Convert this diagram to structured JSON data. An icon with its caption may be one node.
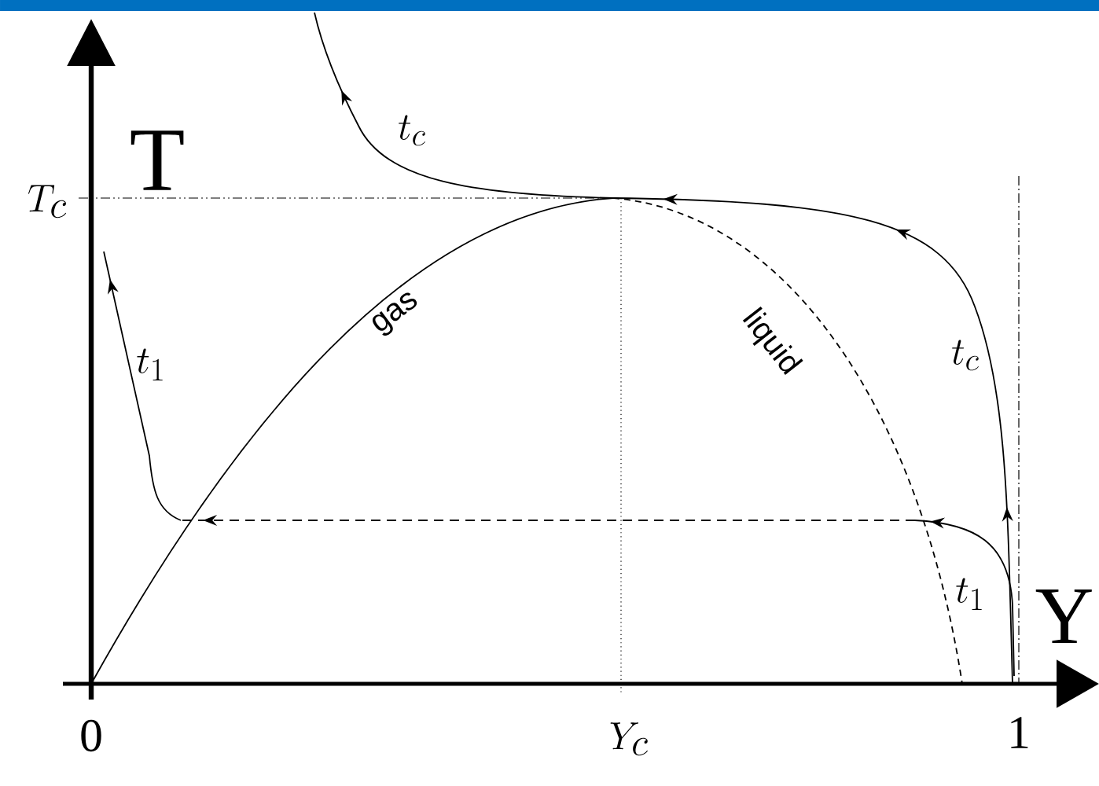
{
  "diagram": {
    "labels": [
      "T",
      "T_c",
      "t_c",
      "gas",
      "liquid",
      "t_1",
      "t_c",
      "t_1",
      "Y",
      "0",
      "Y_c",
      "1"
    ]
  }
}
